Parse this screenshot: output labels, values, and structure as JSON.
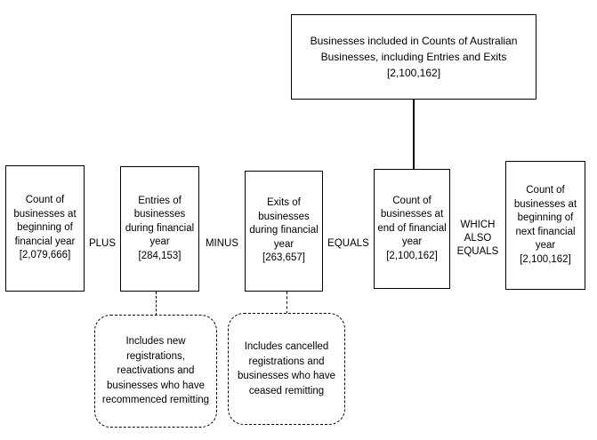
{
  "diagram": {
    "title_node": {
      "id": "businesses-included",
      "text": "Businesses included in Counts of Australian Businesses, including Entries and Exits\n[2,100,162]",
      "value": "2,100,162"
    },
    "nodes": [
      {
        "id": "count-beginning-financial-year",
        "text": "Count of businesses at beginning of financial year\n[2,079,666]",
        "value": "2,079,666"
      },
      {
        "id": "entries-of-businesses",
        "text": "Entries of businesses during financial year\n[284,153]",
        "value": "284,153"
      },
      {
        "id": "exits-of-businesses",
        "text": "Exits of businesses during financial year\n[263,657]",
        "value": "263,657"
      },
      {
        "id": "count-end-financial-year",
        "text": "Count of businesses at end of financial year\n[2,100,162]",
        "value": "2,100,162"
      },
      {
        "id": "count-beginning-next-financial-year",
        "text": "Count of businesses at beginning of next financial year\n[2,100,162]",
        "value": "2,100,162"
      }
    ],
    "operators": [
      {
        "id": "plus",
        "label": "PLUS"
      },
      {
        "id": "minus",
        "label": "MINUS"
      },
      {
        "id": "equals",
        "label": "EQUALS"
      },
      {
        "id": "which-also-equals",
        "label": "WHICH\nALSO\nEQUALS"
      }
    ],
    "callouts": [
      {
        "id": "entries-note",
        "text": "Includes new registrations, reactivations and businesses who have recommenced remitting"
      },
      {
        "id": "exits-note",
        "text": "Includes cancelled registrations and businesses who have ceased remitting"
      }
    ],
    "colors": {
      "background": "#ffffff",
      "stroke": "#000000",
      "text": "#000000"
    }
  }
}
